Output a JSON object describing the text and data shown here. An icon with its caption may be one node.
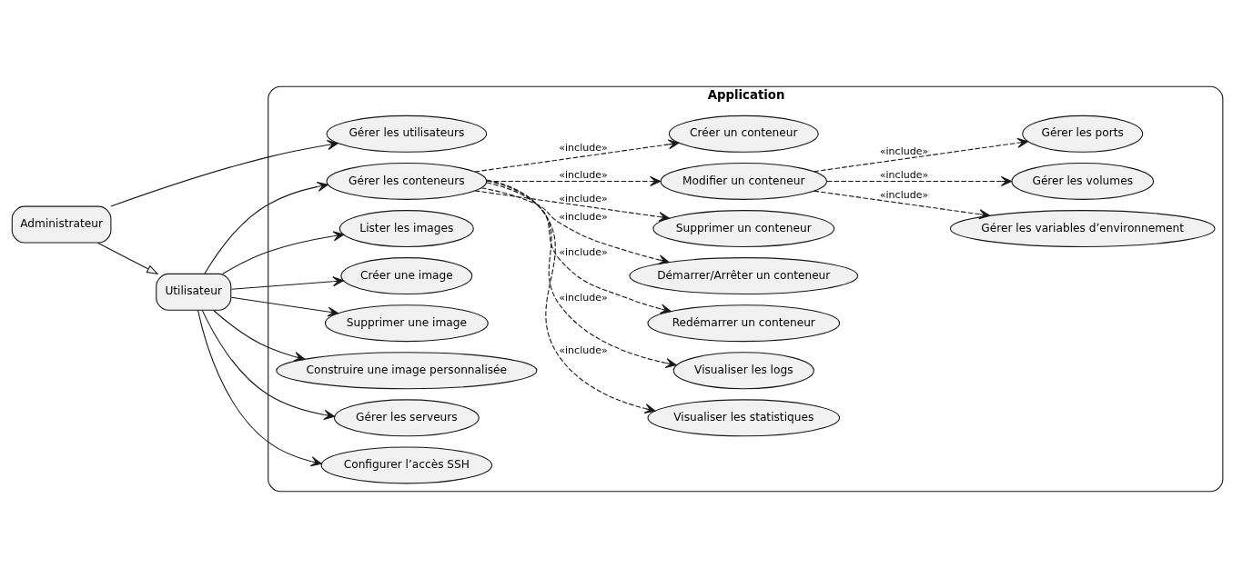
{
  "diagram": {
    "nodes": [
      {
        "text": [
          "Application"
        ]
      },
      {
        "text": [
          "Utilisateur"
        ]
      },
      {
        "text": [
          "Administrateur"
        ]
      },
      {
        "text": [
          "Gérer les conteneurs"
        ],
        "in": 0
      },
      {
        "text": [
          "Lister les images"
        ],
        "in": 0
      },
      {
        "text": [
          "Créer une image"
        ],
        "in": 0
      },
      {
        "text": [
          "Supprimer une image"
        ],
        "in": 0
      },
      {
        "text": [
          "Construire une image personnalisée"
        ],
        "in": 0
      },
      {
        "text": [
          "Gérer les serveurs"
        ],
        "in": 0
      },
      {
        "text": [
          "Configurer l’accès SSH"
        ],
        "in": 0
      },
      {
        "text": [
          "Gérer les utilisateurs"
        ],
        "in": 0
      },
      {
        "text": [
          "Visualiser les statistiques"
        ],
        "in": 0
      },
      {
        "text": [
          "Visualiser les logs"
        ],
        "in": 0
      },
      {
        "text": [
          "Redémarrer un conteneur"
        ],
        "in": 0
      },
      {
        "text": [
          "Démarrer/Arrêter un conteneur"
        ],
        "in": 0
      },
      {
        "text": [
          "Supprimer un conteneur"
        ],
        "in": 0
      },
      {
        "text": [
          "Modifier un conteneur"
        ],
        "in": 0
      },
      {
        "text": [
          "Créer un conteneur"
        ],
        "in": 0
      },
      {
        "text": [
          "Gérer les variables d’environnement"
        ],
        "in": 0
      },
      {
        "text": [
          "Gérer les volumes"
        ],
        "in": 0
      },
      {
        "text": [
          "Gérer les ports"
        ],
        "in": 0
      }
    ],
    "edges": [
      {
        "from": 2,
        "to": 1,
        "arrow": "to"
      },
      {
        "from": 1,
        "to": 3,
        "arrow": "to"
      },
      {
        "from": 1,
        "to": 4,
        "arrow": "to"
      },
      {
        "from": 1,
        "to": 5,
        "arrow": "to"
      },
      {
        "from": 1,
        "to": 6,
        "arrow": "to"
      },
      {
        "from": 1,
        "to": 7,
        "arrow": "to"
      },
      {
        "from": 1,
        "to": 8,
        "arrow": "to"
      },
      {
        "from": 1,
        "to": 9,
        "arrow": "to"
      },
      {
        "from": 2,
        "to": 10,
        "arrow": "to"
      },
      {
        "from": 3,
        "to": 11,
        "arrow": "to",
        "style": "dashed",
        "label": "«include»"
      },
      {
        "from": 3,
        "to": 12,
        "arrow": "to",
        "style": "dashed",
        "label": "«include»"
      },
      {
        "from": 3,
        "to": 13,
        "arrow": "to",
        "style": "dashed",
        "label": "«include»"
      },
      {
        "from": 3,
        "to": 14,
        "arrow": "to",
        "style": "dashed",
        "label": "«include»"
      },
      {
        "from": 3,
        "to": 15,
        "arrow": "to",
        "style": "dashed",
        "label": "«include»"
      },
      {
        "from": 3,
        "to": 16,
        "arrow": "to",
        "style": "dashed",
        "label": "«include»"
      },
      {
        "from": 3,
        "to": 17,
        "arrow": "to",
        "style": "dashed",
        "label": "«include»"
      },
      {
        "from": 16,
        "to": 18,
        "arrow": "to",
        "style": "dashed",
        "label": "«include»"
      },
      {
        "from": 16,
        "to": 19,
        "arrow": "to",
        "style": "dashed",
        "label": "«include»"
      },
      {
        "from": 16,
        "to": 20,
        "arrow": "to",
        "style": "dashed",
        "label": "«include»"
      }
    ]
  }
}
